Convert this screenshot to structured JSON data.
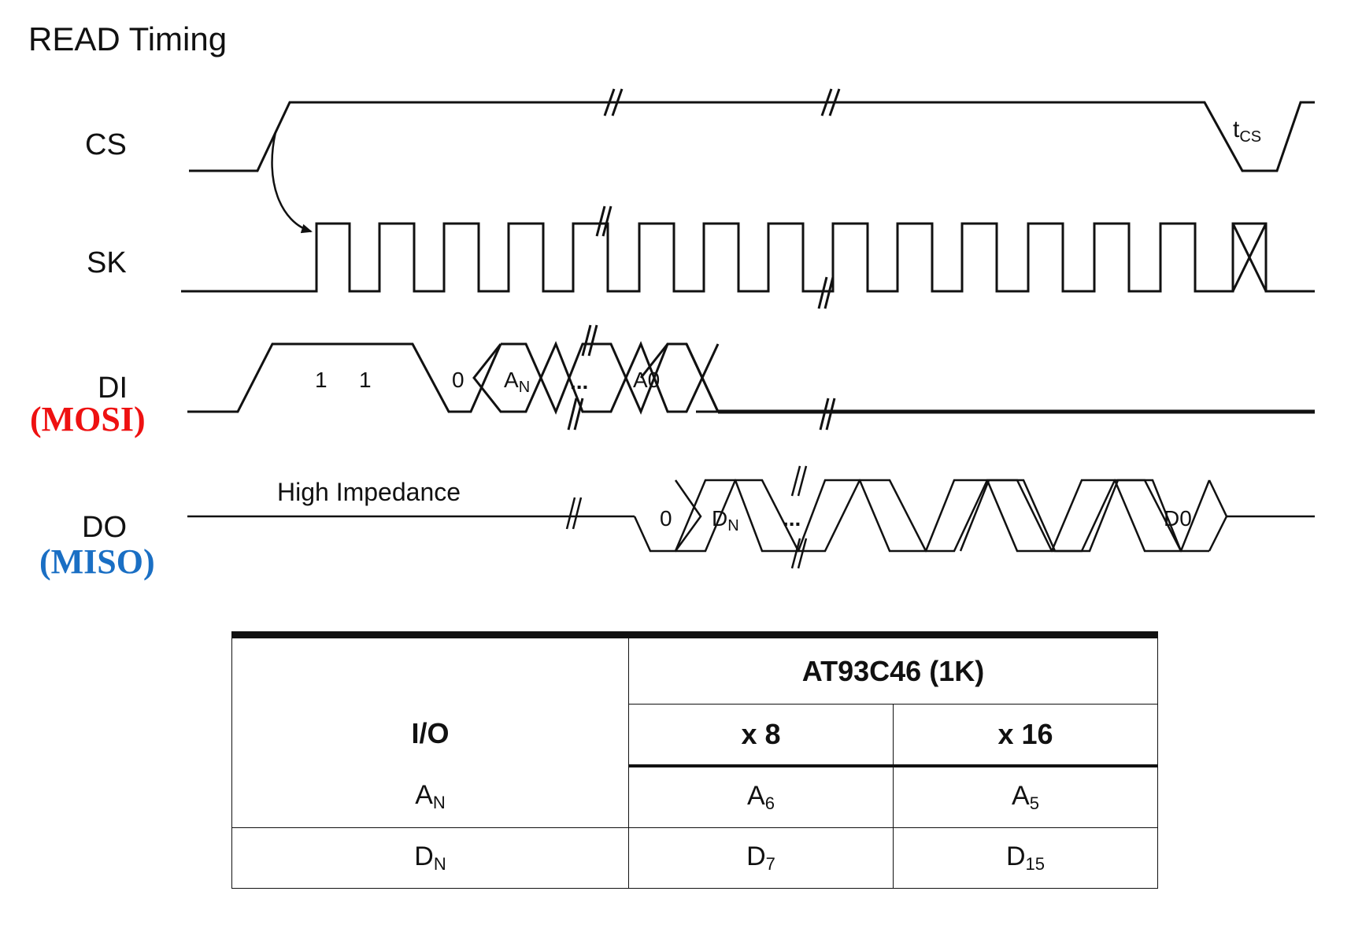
{
  "diagram": {
    "title": "READ Timing",
    "signals": {
      "cs": "CS",
      "sk": "SK",
      "di": "DI",
      "di_alias": "(MOSI)",
      "do": "DO",
      "do_alias": "(MISO)"
    },
    "annotations": {
      "tcs_main": "t",
      "tcs_sub": "CS",
      "high_impedance": "High Impedance"
    },
    "di_bits": {
      "bit1": "1",
      "bit2": "1",
      "bit3": "0",
      "addr_n_main": "A",
      "addr_n_sub": "N",
      "ellipsis": "...",
      "addr_0": "A0"
    },
    "do_bits": {
      "dummy": "0",
      "data_n_main": "D",
      "data_n_sub": "N",
      "ellipsis": "...",
      "data_0": "D0"
    },
    "colors": {
      "mosi": "#ee1111",
      "miso": "#1a6fc4",
      "line": "#111111"
    }
  },
  "table": {
    "group_header": "AT93C46 (1K)",
    "io_header": "I/O",
    "col_x8": "x 8",
    "col_x16": "x 16",
    "rows": [
      {
        "io_main": "A",
        "io_sub": "N",
        "x8_main": "A",
        "x8_sub": "6",
        "x16_main": "A",
        "x16_sub": "5"
      },
      {
        "io_main": "D",
        "io_sub": "N",
        "x8_main": "D",
        "x8_sub": "7",
        "x16_main": "D",
        "x16_sub": "15"
      }
    ]
  }
}
